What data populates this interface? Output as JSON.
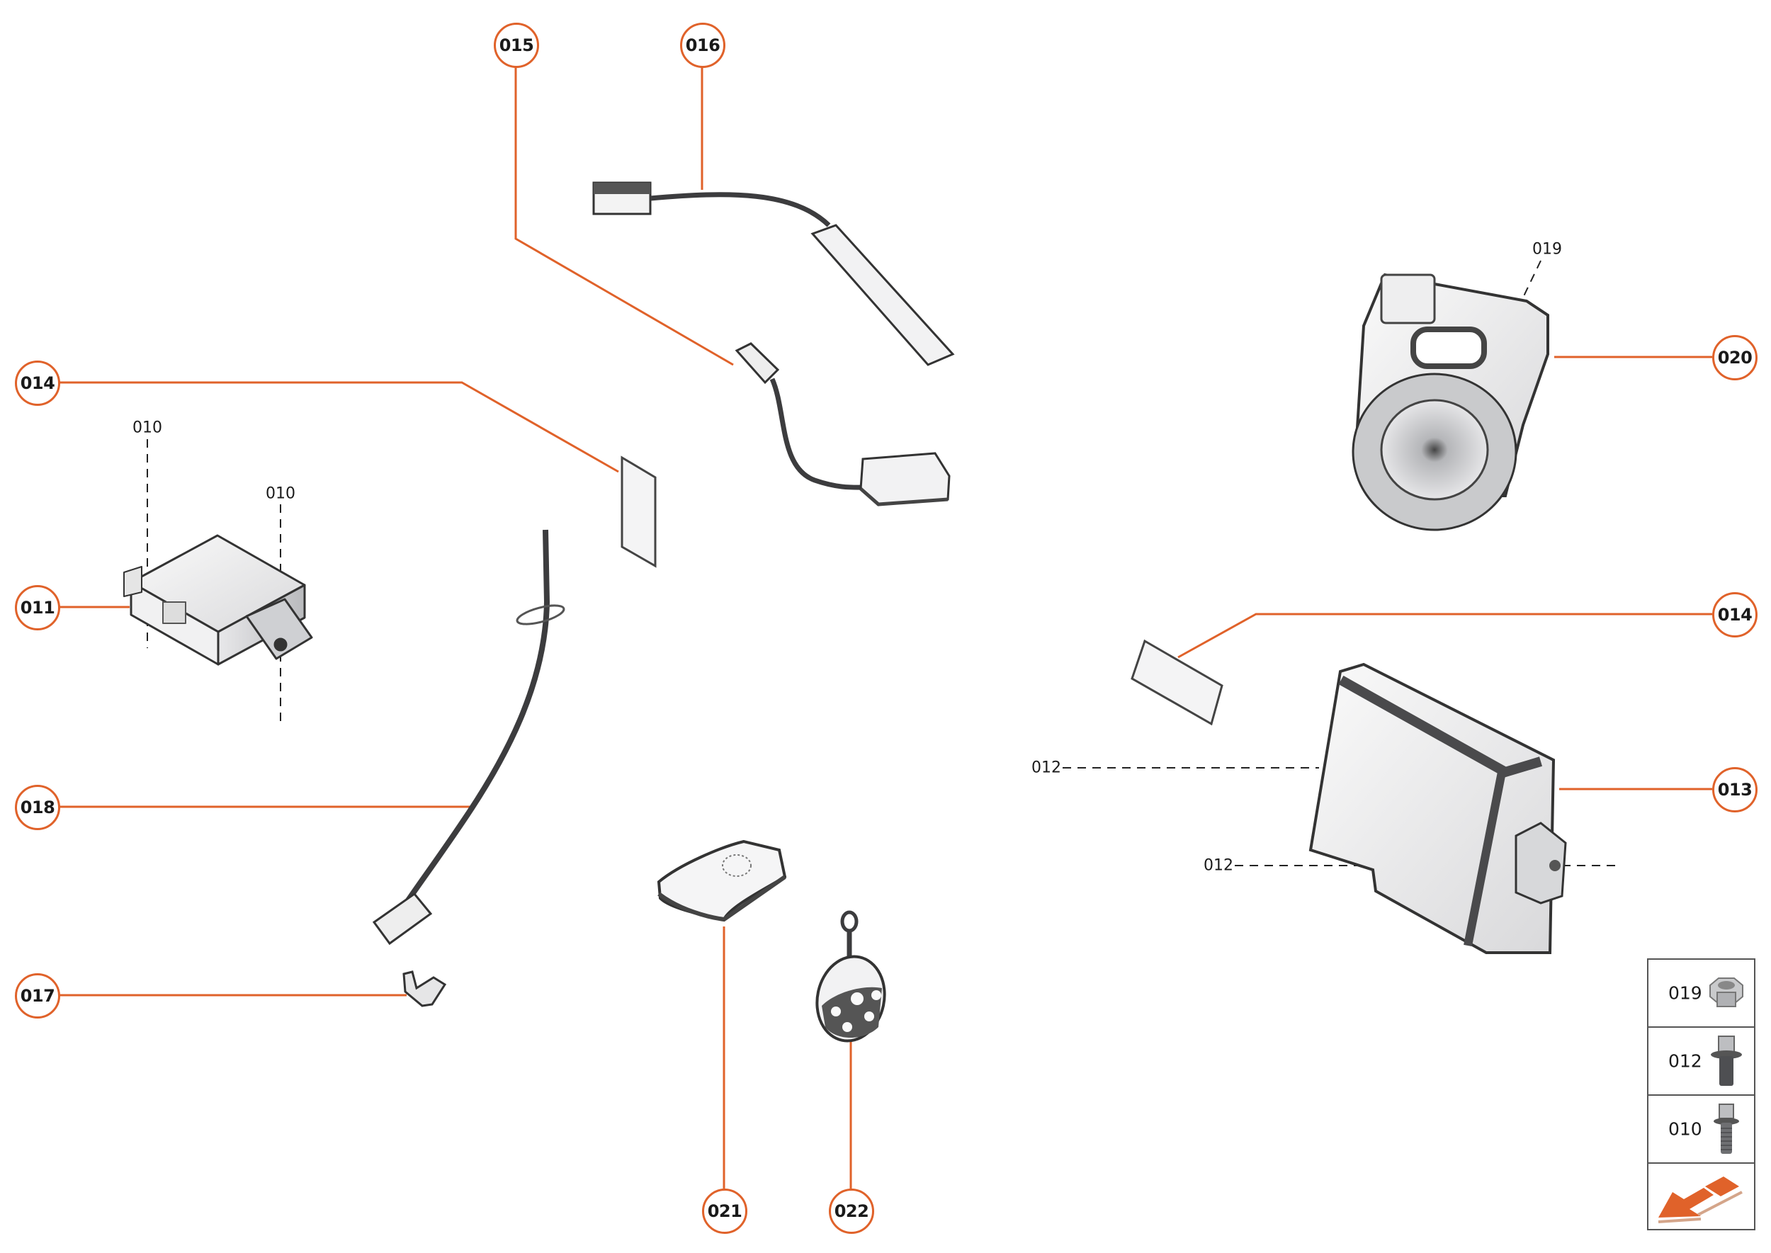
{
  "diagram": {
    "title": "Exploded parts diagram - alarm / keyless components",
    "accent_color": "#e0622a",
    "callouts": [
      {
        "id": "015",
        "label": "015",
        "part": "antenna-connector-cable-puck"
      },
      {
        "id": "016",
        "label": "016",
        "part": "antenna-bar-cable"
      },
      {
        "id": "014a",
        "label": "014",
        "part": "adhesive-pad"
      },
      {
        "id": "011",
        "label": "011",
        "part": "control-module-small"
      },
      {
        "id": "018",
        "label": "018",
        "part": "sensor-cable"
      },
      {
        "id": "017",
        "label": "017",
        "part": "clip"
      },
      {
        "id": "021",
        "label": "021",
        "part": "key-card-remote"
      },
      {
        "id": "022",
        "label": "022",
        "part": "key-fob-remote"
      },
      {
        "id": "020",
        "label": "020",
        "part": "siren"
      },
      {
        "id": "014b",
        "label": "014",
        "part": "adhesive-pad"
      },
      {
        "id": "013",
        "label": "013",
        "part": "control-unit-large"
      }
    ],
    "reference_labels": [
      {
        "id": "010a",
        "label": "010"
      },
      {
        "id": "010b",
        "label": "010"
      },
      {
        "id": "019",
        "label": "019"
      },
      {
        "id": "012a",
        "label": "012"
      },
      {
        "id": "012b",
        "label": "012"
      }
    ]
  },
  "legend": {
    "items": [
      {
        "label": "019",
        "icon": "flange-nut-icon"
      },
      {
        "label": "012",
        "icon": "hex-bolt-smooth-icon"
      },
      {
        "label": "010",
        "icon": "hex-bolt-threaded-icon"
      }
    ],
    "footer_icon": "view-direction-arrow-icon"
  }
}
